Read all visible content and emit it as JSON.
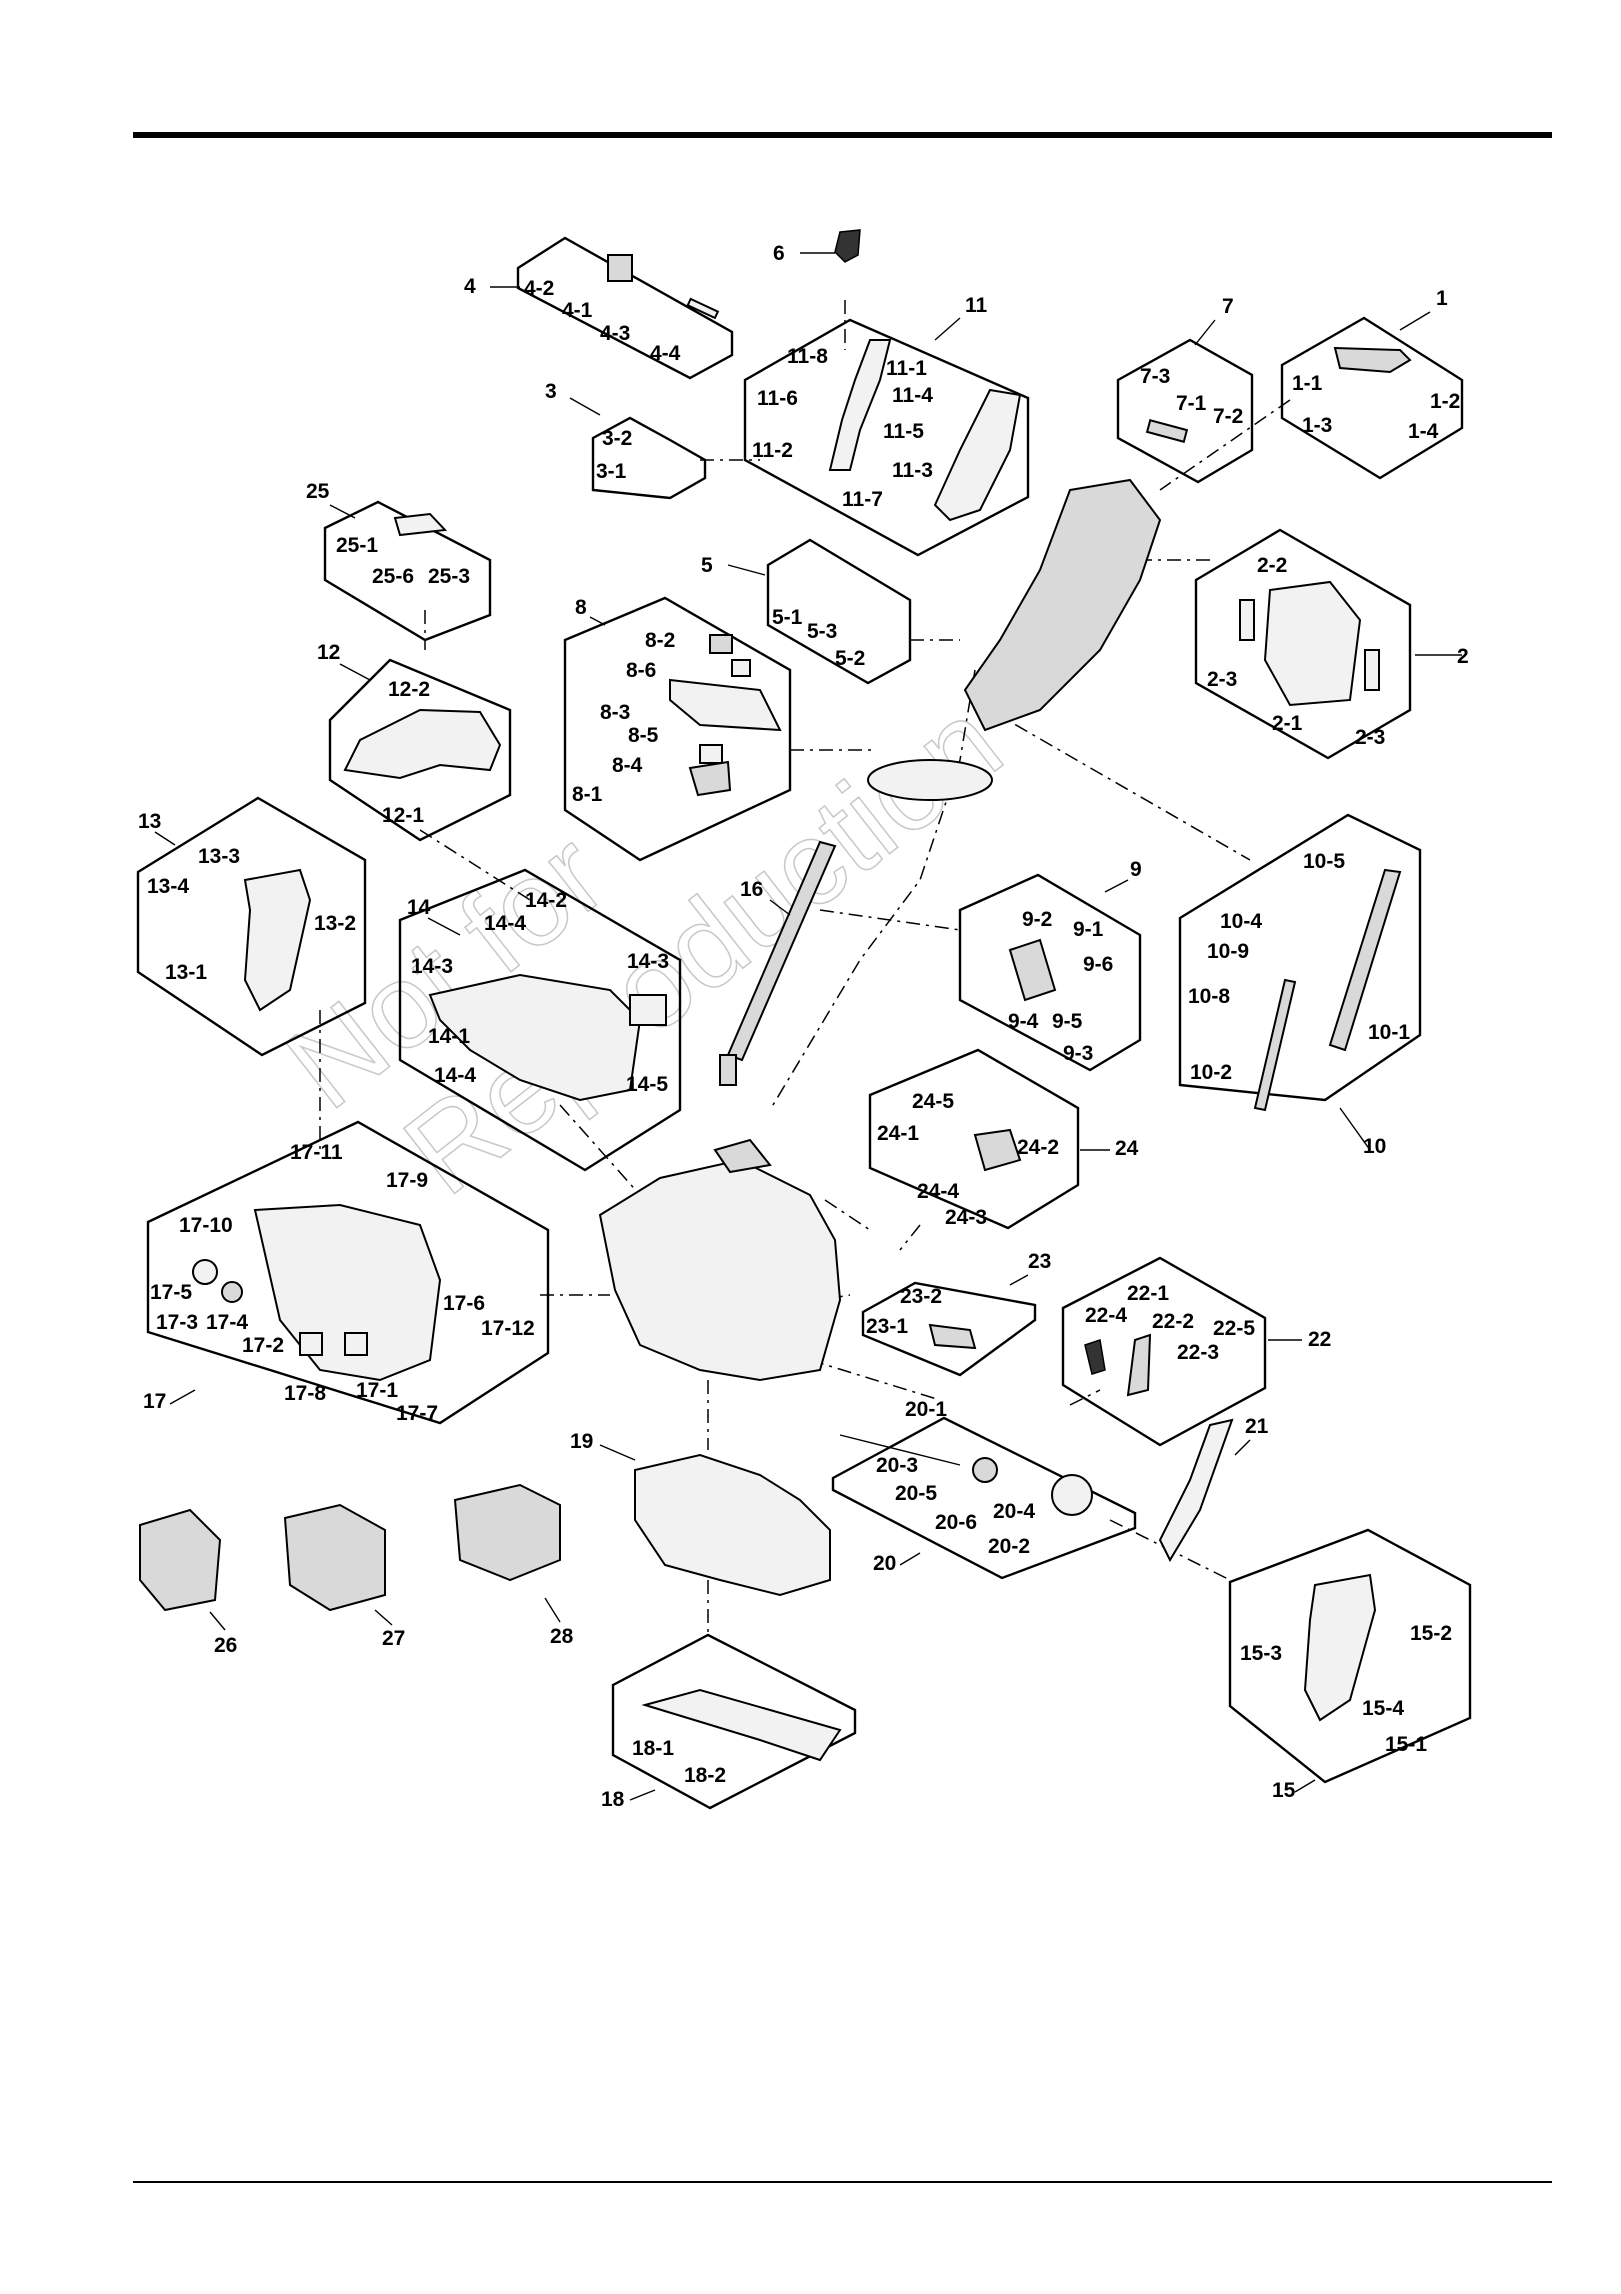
{
  "watermark": [
    "Not for",
    "Reproduction"
  ],
  "callouts": [
    "1",
    "1-1",
    "1-2",
    "1-3",
    "1-4",
    "2",
    "2-1",
    "2-2",
    "2-3",
    "2-3",
    "3",
    "3-1",
    "3-2",
    "4",
    "4-1",
    "4-2",
    "4-3",
    "4-4",
    "5",
    "5-1",
    "5-2",
    "5-3",
    "6",
    "7",
    "7-1",
    "7-2",
    "7-3",
    "8",
    "8-1",
    "8-2",
    "8-3",
    "8-4",
    "8-5",
    "8-6",
    "9",
    "9-1",
    "9-2",
    "9-3",
    "9-4",
    "9-5",
    "9-6",
    "10",
    "10-1",
    "10-2",
    "10-4",
    "10-5",
    "10-8",
    "10-9",
    "11",
    "11-1",
    "11-2",
    "11-3",
    "11-4",
    "11-5",
    "11-6",
    "11-7",
    "11-8",
    "12",
    "12-1",
    "12-2",
    "13",
    "13-1",
    "13-2",
    "13-3",
    "13-4",
    "14",
    "14-1",
    "14-2",
    "14-3",
    "14-3",
    "14-4",
    "14-4",
    "14-5",
    "15",
    "15-1",
    "15-2",
    "15-3",
    "15-4",
    "16",
    "17",
    "17-1",
    "17-2",
    "17-3",
    "17-4",
    "17-5",
    "17-6",
    "17-7",
    "17-8",
    "17-9",
    "17-10",
    "17-11",
    "17-12",
    "18",
    "18-1",
    "18-2",
    "19",
    "20",
    "20-1",
    "20-2",
    "20-3",
    "20-4",
    "20-5",
    "20-6",
    "21",
    "22",
    "22-1",
    "22-2",
    "22-3",
    "22-4",
    "22-5",
    "23",
    "23-1",
    "23-2",
    "24",
    "24-1",
    "24-2",
    "24-3",
    "24-4",
    "24-5",
    "25",
    "25-1",
    "25-3",
    "25-6",
    "26",
    "27",
    "28"
  ],
  "colors": {
    "ink": "#000000",
    "watermark": "#c8c8c8",
    "paper": "#ffffff"
  }
}
